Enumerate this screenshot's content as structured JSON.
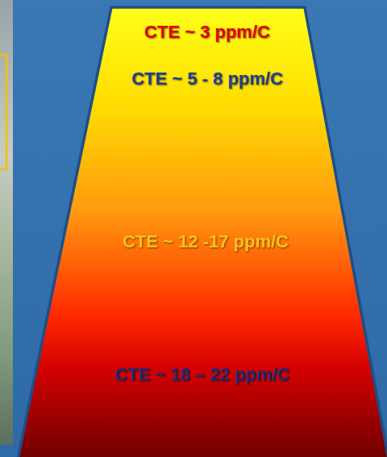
{
  "diagram": {
    "nodes": [
      {
        "text": [
          "CTE ~ 3 ppm/C",
          "CTE ~ 5 - 8 ppm/C",
          "CTE ~ 12 -17 ppm/C",
          "CTE ~ 18 – 22 ppm/C"
        ]
      }
    ]
  }
}
